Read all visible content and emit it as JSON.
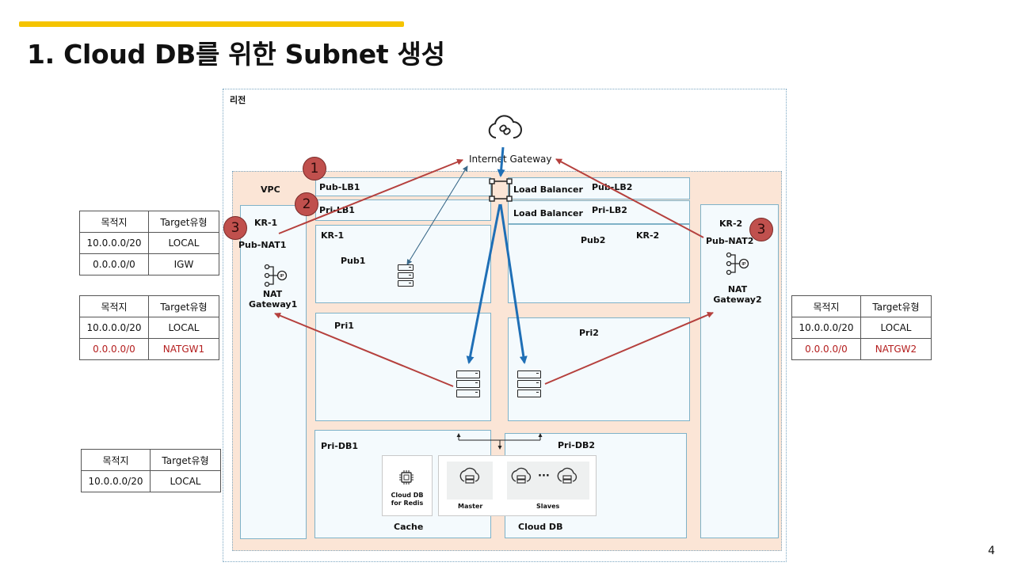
{
  "page": {
    "title": "1. Cloud DB를 위한 Subnet 생성",
    "page_number": "4"
  },
  "diagram": {
    "region_label": "리전",
    "vpc_label": "VPC",
    "internet_gateway": "Internet Gateway",
    "subnets": {
      "pub_lb1": "Pub-LB1",
      "pri_lb1": "Pri-LB1",
      "pub_lb2": "Pub-LB2",
      "pri_lb2": "Pri-LB2",
      "kr1_left": "KR-1",
      "pub_nat1": "Pub-NAT1",
      "nat_gateway1": "NAT\nGateway1",
      "kr1_inner": "KR-1",
      "pub1": "Pub1",
      "pri1": "Pri1",
      "pub2": "Pub2",
      "kr2_inner": "KR-2",
      "pri2": "Pri2",
      "kr2_right": "KR-2",
      "pub_nat2": "Pub-NAT2",
      "nat_gateway2": "NAT\nGateway2",
      "pri_db1": "Pri-DB1",
      "pri_db2": "Pri-DB2"
    },
    "load_balancer_public": "Load Balancer",
    "load_balancer_private": "Load Balancer",
    "cache_caption": "Cache",
    "cloud_db_caption": "Cloud DB",
    "redis_label": "Cloud DB\nfor Redis",
    "master_label": "Master",
    "slaves_label": "Slaves",
    "ellipsis": "···",
    "badges": [
      "1",
      "2",
      "3",
      "3"
    ]
  },
  "route_tables": [
    {
      "headers": [
        "목적지",
        "Target유형"
      ],
      "rows": [
        [
          "10.0.0.0/20",
          "LOCAL"
        ],
        [
          "0.0.0.0/0",
          "IGW"
        ]
      ]
    },
    {
      "headers": [
        "목적지",
        "Target유형"
      ],
      "rows": [
        [
          "10.0.0.0/20",
          "LOCAL"
        ],
        [
          "0.0.0.0/0",
          "NATGW1"
        ]
      ]
    },
    {
      "headers": [
        "목적지",
        "Target유형"
      ],
      "rows": [
        [
          "10.0.0.0/20",
          "LOCAL"
        ]
      ]
    },
    {
      "headers": [
        "목적지",
        "Target유형"
      ],
      "rows": [
        [
          "10.0.0.0/20",
          "LOCAL"
        ],
        [
          "0.0.0.0/0",
          "NATGW2"
        ]
      ]
    }
  ],
  "colors": {
    "accent": "#f5c400",
    "vpc_fill": "#fbe5d6",
    "subnet_fill": "#f4fafd",
    "subnet_border": "#7fb2c8",
    "red_arrow": "#b5403d",
    "blue_arrow": "#1f6fb6",
    "badge": "#c0504d",
    "nat_route_text": "#b41e1e"
  }
}
